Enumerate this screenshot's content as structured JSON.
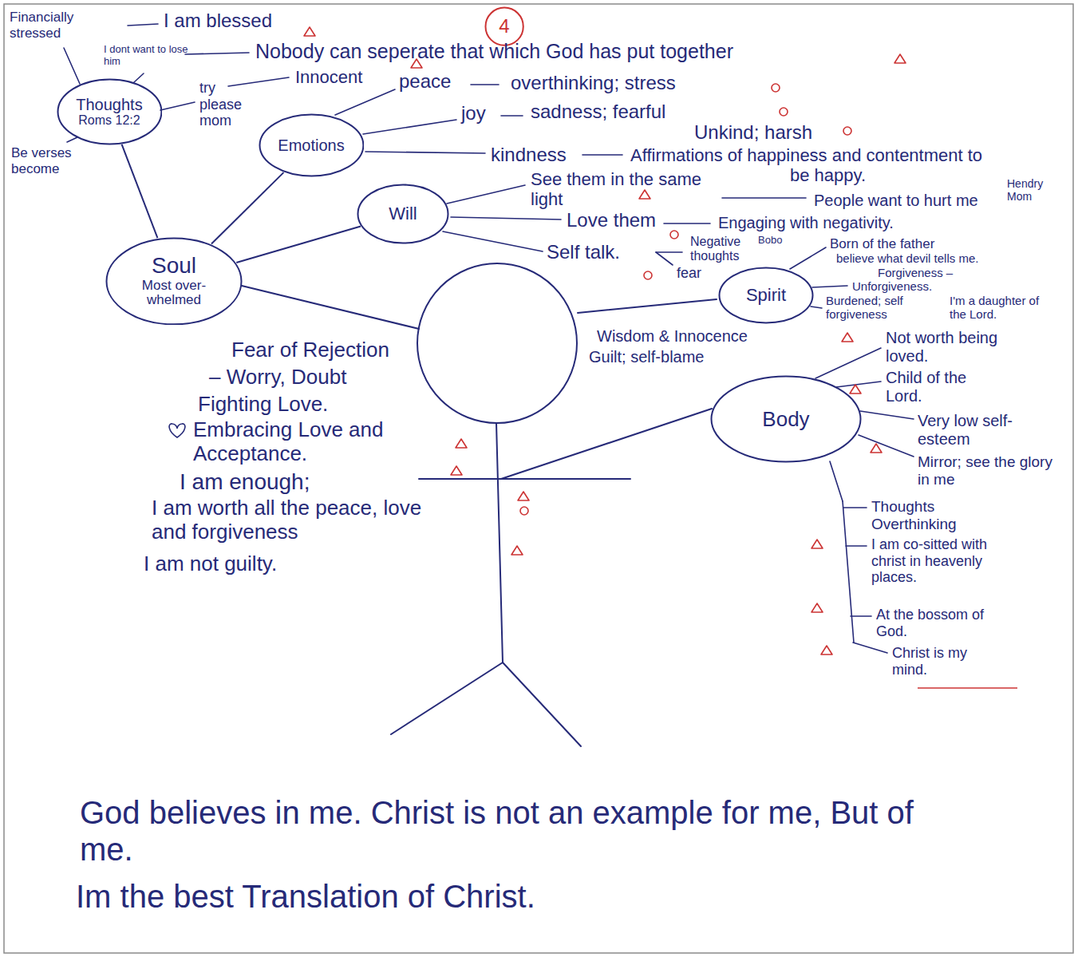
{
  "diagram": {
    "nodes": [
      {
        "text": [
          "4"
        ]
      },
      {
        "text": [
          "Thoughts",
          "Roms 12:2"
        ]
      },
      {
        "text": [
          "Emotions"
        ]
      },
      {
        "text": [
          "Will"
        ]
      },
      {
        "text": [
          "Soul",
          "Most over-whelmed"
        ]
      },
      {
        "text": [
          "Spirit"
        ]
      },
      {
        "text": [
          "Body"
        ]
      }
    ],
    "edges": [
      {
        "from": 4,
        "to": 1,
        "arrow": "none"
      },
      {
        "from": 4,
        "to": 2,
        "arrow": "none"
      },
      {
        "from": 4,
        "to": 3,
        "arrow": "none"
      }
    ],
    "labels": [
      "Financially stressed",
      "I am blessed",
      "I dont want to lose him",
      "Nobody can seperate that which God has put together",
      "Innocent",
      "try please mom",
      "Be verses become",
      "peace",
      "overthinking; stress",
      "joy",
      "sadness; fearful",
      "Unkind; harsh",
      "kindness",
      "Affirmations of happiness and contentment to be happy.",
      "See them in the same light",
      "People want to hurt me",
      "Hendry Mom",
      "Love them",
      "Engaging with negativity.",
      "Bobo",
      "Self talk.",
      "Negative thoughts",
      "fear",
      "Born of the father",
      "believe what devil tells me.",
      "Forgiveness –",
      "Unforgiveness.",
      "Burdened; self forgiveness",
      "I'm a daughter of the Lord.",
      "Wisdom & Innocence",
      "Guilt; self-blame",
      "Not worth being loved.",
      "Child of the Lord.",
      "Very low self-esteem",
      "Mirror; see the glory in me",
      "Thoughts Overthinking",
      "I am co-sitted with christ in heavenly places.",
      "At the bossom of God.",
      "Christ is my mind.",
      "Fear of Rejection",
      "– Worry, Doubt",
      "Fighting Love.",
      "Embracing Love and Acceptance.",
      "I am enough;",
      "I am worth all the peace, love and forgiveness",
      "I am not guilty.",
      "God believes in me. Christ is not an example for me, But of me.",
      "Im the best Translation of Christ."
    ]
  }
}
